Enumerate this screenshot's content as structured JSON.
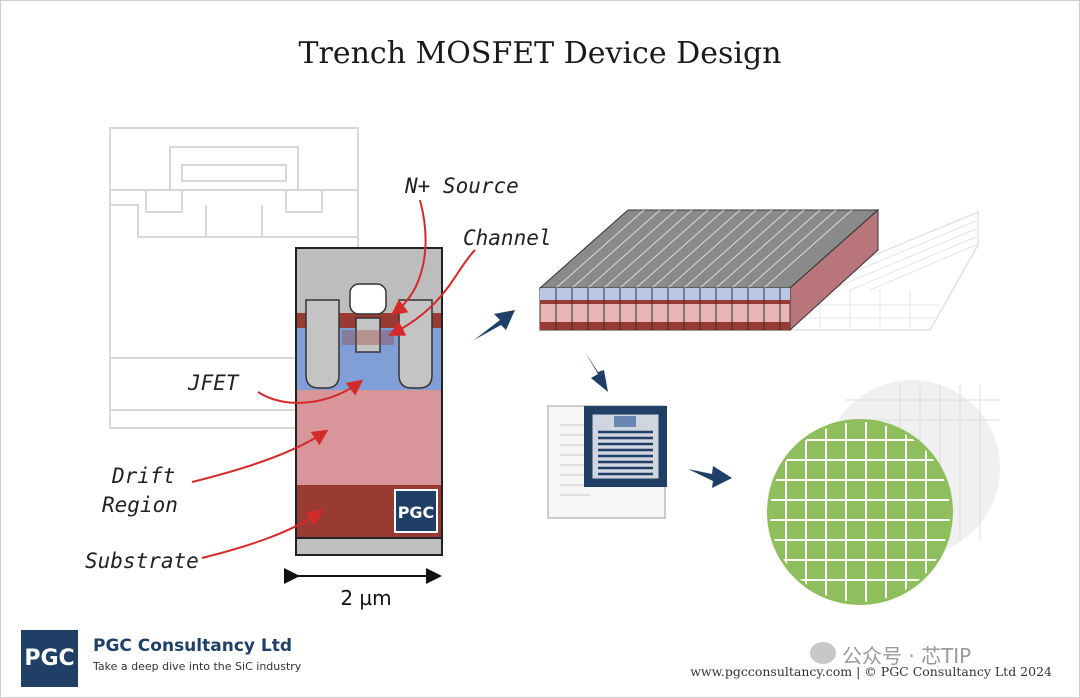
{
  "title": "Trench MOSFET Device Design",
  "labels": {
    "n_source": "N+ Source",
    "channel": "Channel",
    "jfet": "JFET",
    "drift_line1": "Drift",
    "drift_line2": "Region",
    "substrate": "Substrate",
    "scale": "2 µm",
    "cell_logo": "PGC"
  },
  "footer": {
    "logo": "PGC",
    "company": "PGC Consultancy Ltd",
    "tagline": "Take a deep dive into the SiC industry",
    "copyright": "www.pgcconsultancy.com | © PGC Consultancy Ltd 2024",
    "watermark": "公众号 · 芯TIP"
  },
  "colors": {
    "substrate": "#993a33",
    "drift": "#d9969a",
    "jfet": "#e6a9aa",
    "oxide_blue": "#7f9fd6",
    "gate_gray": "#b7b7b7",
    "source_dark": "#993a33",
    "arrow_navy": "#1f3f66",
    "wafer_green": "#8fbf5c",
    "red_arrow": "#d42a2a"
  }
}
